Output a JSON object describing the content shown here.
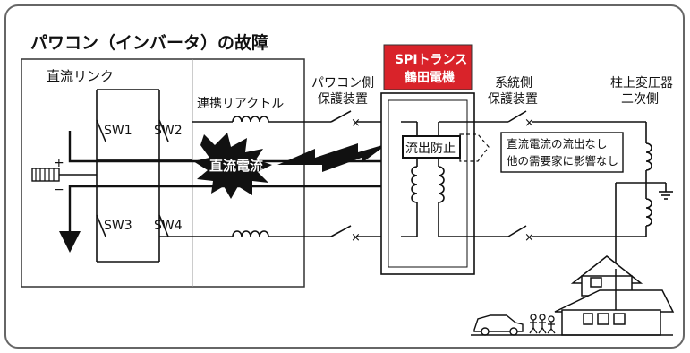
{
  "title": "パワコン（インバータ）の故障",
  "dc_link_label": "直流リンク",
  "switches": [
    "SW1",
    "SW2",
    "SW3",
    "SW4"
  ],
  "reactor_label": "連携リアクトル",
  "dc_current_label": "直流電流",
  "pcs_protection": {
    "line1": "パワコン側",
    "line2": "保護装置"
  },
  "transformer_brand": {
    "line1": "SPIトランス",
    "line2": "鶴田電機"
  },
  "outflow_block_label": "流出防止",
  "grid_protection": {
    "line1": "系統側",
    "line2": "保護装置"
  },
  "result_note": {
    "line1": "直流電流の流出なし",
    "line2": "他の需要家に影響なし"
  },
  "pole_transformer": {
    "line1": "柱上変圧器",
    "line2": "二次側"
  },
  "plus_sign": "+",
  "minus_sign": "−",
  "colors": {
    "brand_bg": "#d9232a",
    "brand_text": "#ffffff",
    "burst": "#111111",
    "line": "#111111"
  }
}
